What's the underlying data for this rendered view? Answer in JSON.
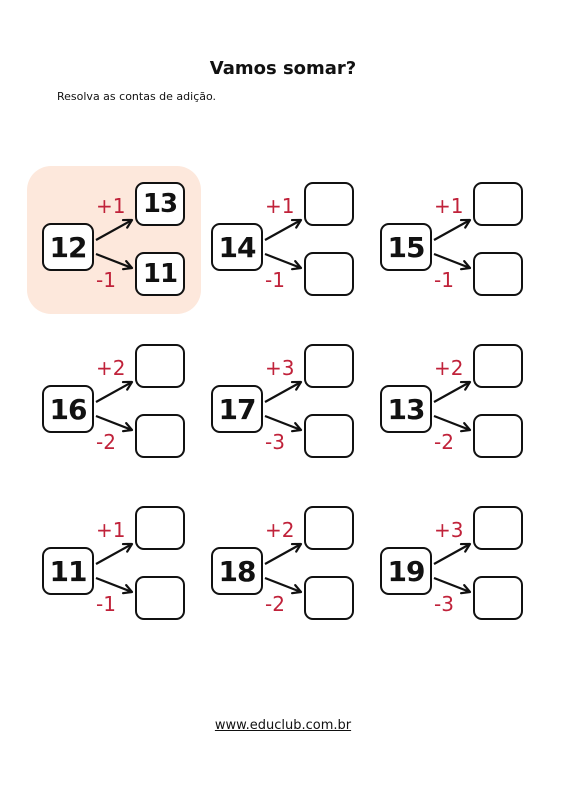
{
  "title": "Vamos somar?",
  "subtitle": "Resolva as contas de adição.",
  "footer": "www.educlub.com.br",
  "colors": {
    "operation": "#c0223a",
    "example_background": "#fde8dc"
  },
  "exercises": [
    {
      "start": "12",
      "top_op": "+1",
      "bottom_op": "-1",
      "top_result": "13",
      "bottom_result": "11"
    },
    {
      "start": "14",
      "top_op": "+1",
      "bottom_op": "-1",
      "top_result": "",
      "bottom_result": ""
    },
    {
      "start": "15",
      "top_op": "+1",
      "bottom_op": "-1",
      "top_result": "",
      "bottom_result": ""
    },
    {
      "start": "16",
      "top_op": "+2",
      "bottom_op": "-2",
      "top_result": "",
      "bottom_result": ""
    },
    {
      "start": "17",
      "top_op": "+3",
      "bottom_op": "-3",
      "top_result": "",
      "bottom_result": ""
    },
    {
      "start": "13",
      "top_op": "+2",
      "bottom_op": "-2",
      "top_result": "",
      "bottom_result": ""
    },
    {
      "start": "11",
      "top_op": "+1",
      "bottom_op": "-1",
      "top_result": "",
      "bottom_result": ""
    },
    {
      "start": "18",
      "top_op": "+2",
      "bottom_op": "-2",
      "top_result": "",
      "bottom_result": ""
    },
    {
      "start": "19",
      "top_op": "+3",
      "bottom_op": "-3",
      "top_result": "",
      "bottom_result": ""
    }
  ]
}
